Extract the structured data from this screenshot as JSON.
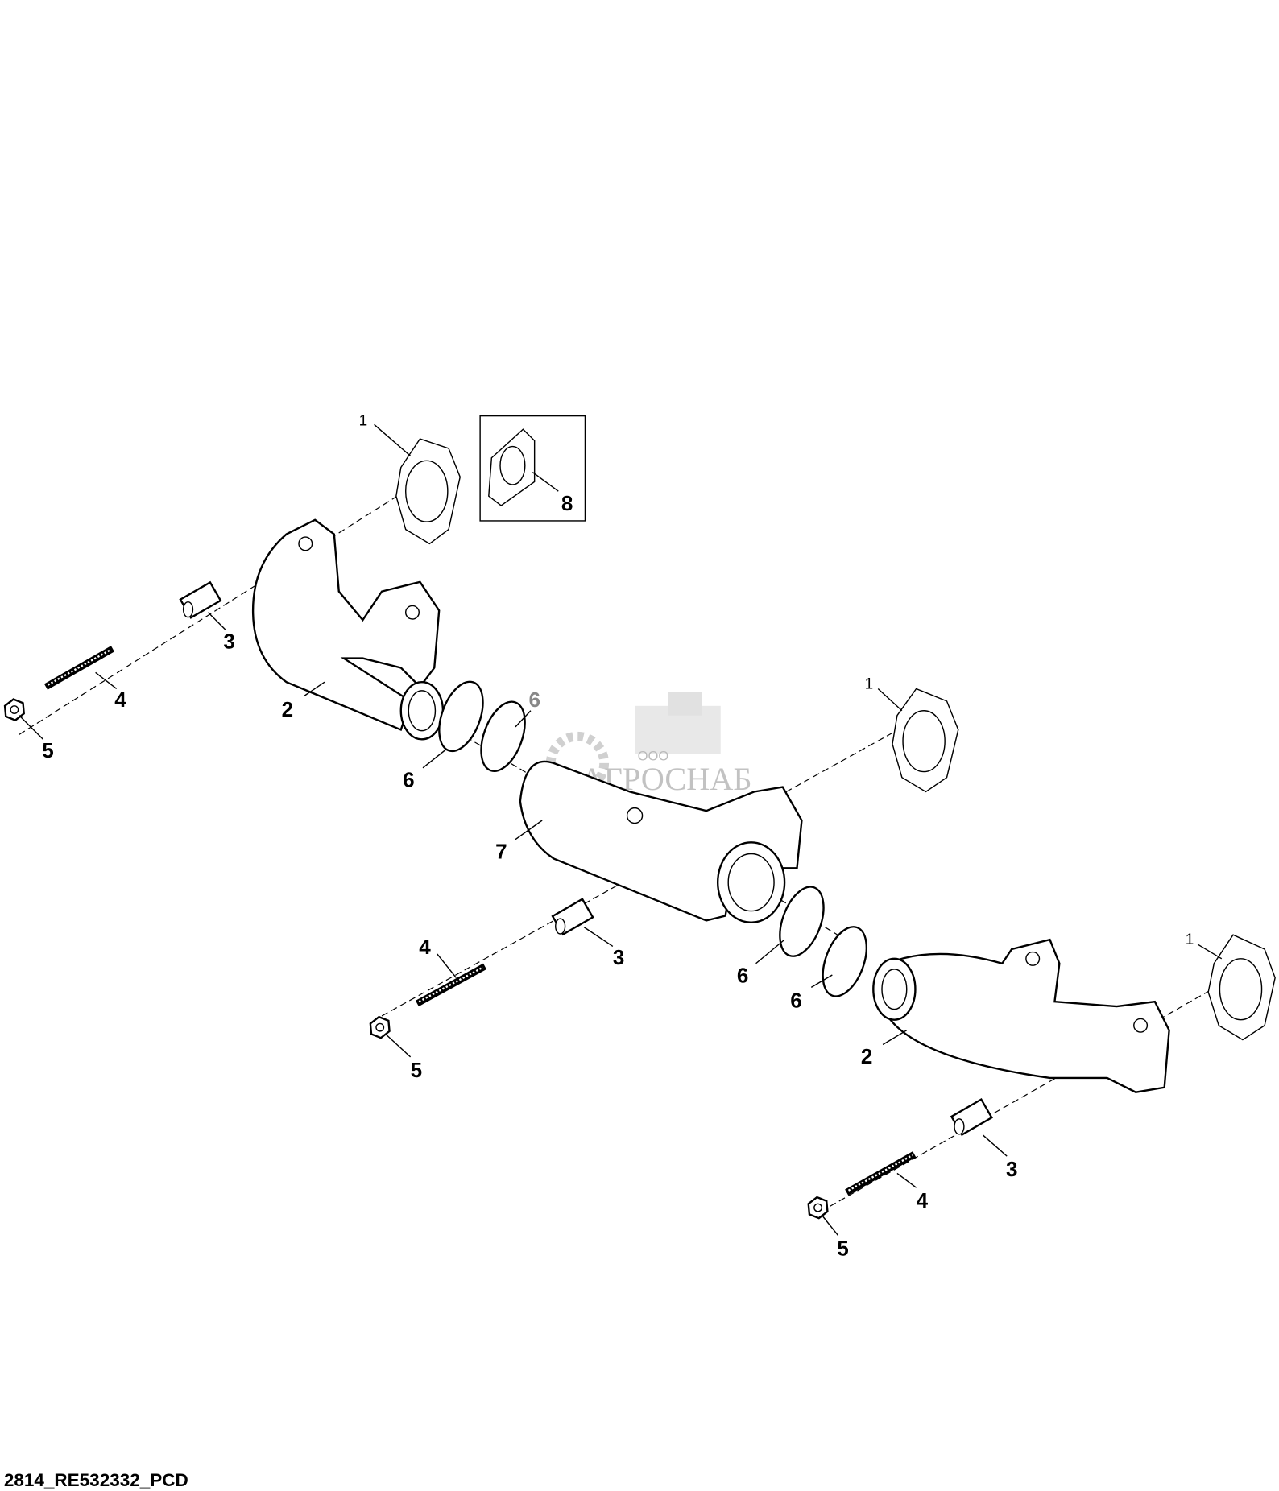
{
  "diagram": {
    "caption": "2814_RE532332_PCD",
    "watermark": {
      "company_prefix": "ООО",
      "company_name": "АГРОСНАБ"
    },
    "callouts": [
      {
        "id": "c1a",
        "text": "1"
      },
      {
        "id": "c8",
        "text": "8"
      },
      {
        "id": "c3a",
        "text": "3"
      },
      {
        "id": "c4a",
        "text": "4"
      },
      {
        "id": "c2a",
        "text": "2"
      },
      {
        "id": "c5a",
        "text": "5"
      },
      {
        "id": "c6a",
        "text": "6"
      },
      {
        "id": "c6b",
        "text": "6"
      },
      {
        "id": "c1b",
        "text": "1"
      },
      {
        "id": "c7",
        "text": "7"
      },
      {
        "id": "c4b",
        "text": "4"
      },
      {
        "id": "c3b",
        "text": "3"
      },
      {
        "id": "c6c",
        "text": "6"
      },
      {
        "id": "c6d",
        "text": "6"
      },
      {
        "id": "c1c",
        "text": "1"
      },
      {
        "id": "c2b",
        "text": "2"
      },
      {
        "id": "c5b",
        "text": "5"
      },
      {
        "id": "c3c",
        "text": "3"
      },
      {
        "id": "c4c",
        "text": "4"
      },
      {
        "id": "c5c",
        "text": "5"
      }
    ]
  }
}
